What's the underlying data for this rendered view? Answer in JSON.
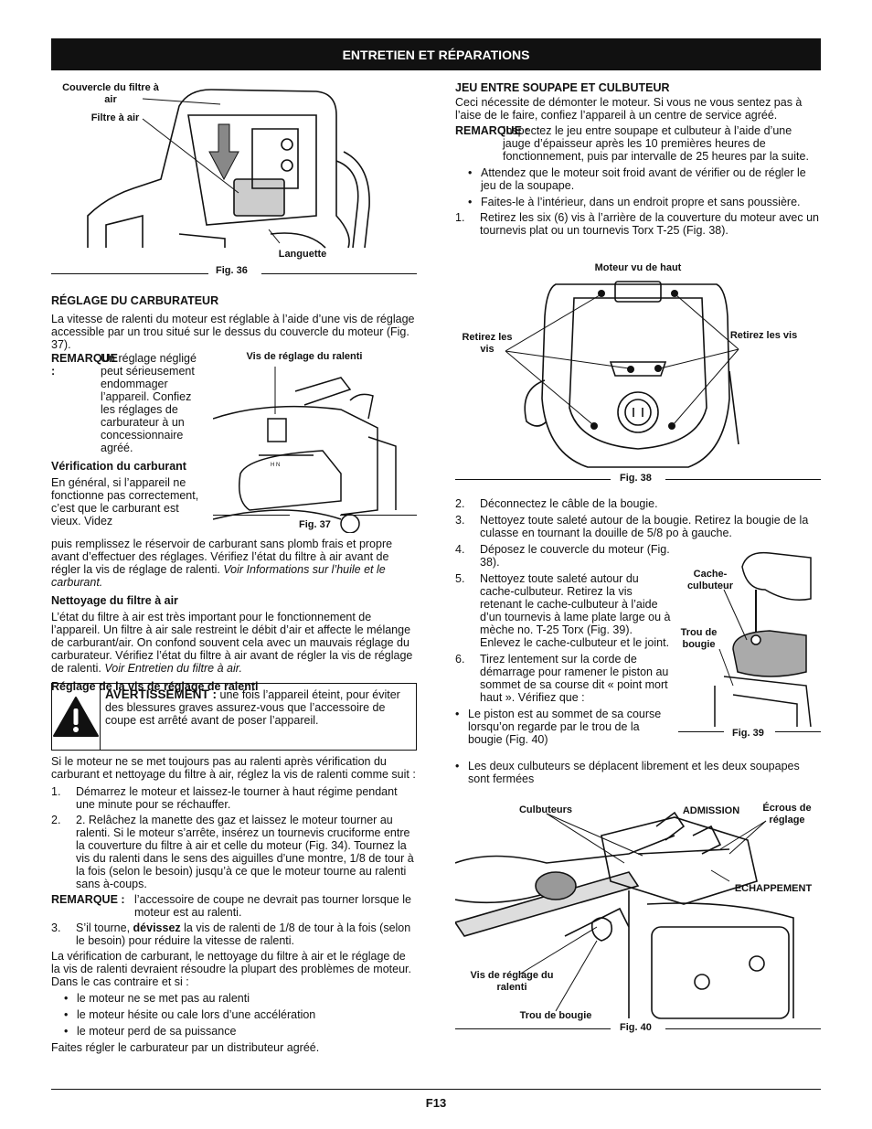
{
  "header": {
    "title": "ENTRETIEN ET RÉPARATIONS"
  },
  "fig36": {
    "caption": "Fig. 36",
    "label_cover": "Couvercle du filtre à air",
    "label_filter": "Filtre à air",
    "label_tab": "Languette"
  },
  "carb": {
    "title": "RÉGLAGE DU CARBURATEUR",
    "intro": "La vitesse de ralenti du moteur est réglable à l’aide d’une vis de réglage accessible par un trou situé sur le dessus du couvercle du moteur (Fig. 37).",
    "note_label": "REMARQUE :",
    "note_text": "Un réglage négligé peut sérieusement endommager l’appareil. Confiez les réglages de carburateur à un concessionnaire agréé.",
    "fuel_title": "Vérification du carburant",
    "fuel_text_a": "En général, si l’appareil ne fonctionne pas correctement, c’est que le carburant est vieux. Videz",
    "fuel_text_b": "puis remplissez le réservoir de carburant sans plomb frais et propre avant d’effectuer des réglages. Vérifiez l’état du filtre à air avant de régler la vis de réglage de ralenti.",
    "fuel_italic": "Voir Informations sur l’huile et le carburant.",
    "filter_title": "Nettoyage du filtre à air",
    "filter_text": "L’état du filtre à air est très important pour le fonctionnement de l’appareil. Un filtre à air sale restreint le débit d’air et affecte le mélange de carburant/air. On confond souvent cela avec un mauvais réglage du carburateur. Vérifiez l’état du filtre à air avant de régler la vis de réglage de ralenti.",
    "filter_italic": "Voir Entretien du filtre à air.",
    "idle_title": "Réglage de la vis de réglage de ralenti",
    "warn_label": "AVERTISSEMENT :",
    "warn_text": "une fois l’appareil éteint, pour éviter des blessures graves assurez-vous que l’accessoire de coupe est arrêté avant de poser l’appareil.",
    "after_warn": "Si le moteur ne se met toujours pas au ralenti après vérification du carburant et nettoyage du filtre à air, réglez la vis de ralenti comme suit :",
    "step1_n": "1.",
    "step1": "Démarrez le moteur et laissez-le tourner à haut régime pendant une minute pour se réchauffer.",
    "step2_n": "2.",
    "step2": "2. Relâchez la manette des gaz et laissez le moteur tourner au ralenti. Si le moteur s’arrête, insérez un tournevis cruciforme entre la couverture du filtre à air et celle du moteur (Fig. 34). Tournez la vis du ralenti dans le sens des aiguilles d’une montre, 1/8 de tour à la fois (selon le besoin) jusqu’à ce que le moteur tourne au ralenti sans à-coups.",
    "note2_label": "REMARQUE :",
    "note2_text": "l’accessoire de coupe ne devrait pas tourner lorsque le moteur est au ralenti.",
    "step3_n": "3.",
    "step3_a": "S’il tourne,",
    "step3_bold": "dévissez",
    "step3_b": "la vis de ralenti de 1/8 de tour à la fois (selon le besoin) pour réduire la vitesse de ralenti.",
    "summary": "La vérification de carburant, le nettoyage du filtre à air et le réglage de la vis de ralenti devraient résoudre la plupart des problèmes de moteur. Dans le cas contraire et si :",
    "bullets": [
      "le moteur ne se met pas au ralenti",
      "le moteur hésite ou cale lors d’une accélération",
      "le moteur perd de sa puissance"
    ],
    "closing": "Faites régler le carburateur par un distributeur agréé."
  },
  "fig37": {
    "caption": "Fig. 37",
    "label": "Vis de réglage du ralenti"
  },
  "valve": {
    "title": "JEU ENTRE SOUPAPE ET CULBUTEUR",
    "intro": "Ceci nécessite de démonter le moteur. Si vous ne vous sentez pas à l’aise de le faire, confiez l’appareil à un centre de service agréé.",
    "note_label": "REMARQUE :",
    "note_text": "Inspectez le jeu entre soupape et culbuteur à l’aide d’une jauge d’épaisseur après les 10 premières heures de fonctionnement, puis par intervalle de 25 heures par la suite.",
    "bullets": [
      "Attendez que le moteur soit froid avant de vérifier ou de régler le jeu de la soupape.",
      "Faites-le à l’intérieur, dans un endroit propre et sans poussière."
    ],
    "step1_n": "1.",
    "step1": "Retirez les six (6) vis à l’arrière de la couverture du moteur avec un tournevis plat ou un tournevis Torx T-25 (Fig. 38).",
    "step2_n": "2.",
    "step2": "Déconnectez le câble de la bougie.",
    "step3_n": "3.",
    "step3": "Nettoyez toute saleté autour de la bougie. Retirez la bougie de la culasse en tournant la douille de 5/8 po à gauche.",
    "step4_n": "4.",
    "step4": "Déposez le couvercle du moteur (Fig. 38).",
    "step5_n": "5.",
    "step5": "Nettoyez toute saleté autour du cache-culbuteur. Retirez la vis retenant le cache-culbuteur à l’aide d’un tournevis à lame plate large ou à mèche no. T-25 Torx (Fig. 39). Enlevez le cache-culbuteur et le joint.",
    "step6_n": "6.",
    "step6": "Tirez lentement sur la corde de démarrage pour ramener le piston au sommet de sa course dit « point mort haut ». Vérifiez que :",
    "check_bullets": [
      "Le piston est au sommet de sa course lorsqu’on regarde par le trou de la bougie (Fig. 40)",
      "Les deux culbuteurs se déplacent librement et les deux soupapes sont fermées"
    ]
  },
  "fig38": {
    "caption": "Fig. 38",
    "label_top": "Moteur vu de haut",
    "label_left": "Retirez les vis",
    "label_right": "Retirez les vis"
  },
  "fig39": {
    "caption": "Fig. 39",
    "label_cover": "Cache-culbuteur",
    "label_hole": "Trou de bougie"
  },
  "fig40": {
    "caption": "Fig. 40",
    "label_rockers": "Culbuteurs",
    "label_intake": "ADMISSION",
    "label_nuts": "Écrous de réglage",
    "label_exhaust": "ECHAPPEMENT",
    "label_screw": "Vis de réglage du ralenti",
    "label_hole": "Trou de bougie"
  },
  "footer": {
    "page": "F13"
  }
}
